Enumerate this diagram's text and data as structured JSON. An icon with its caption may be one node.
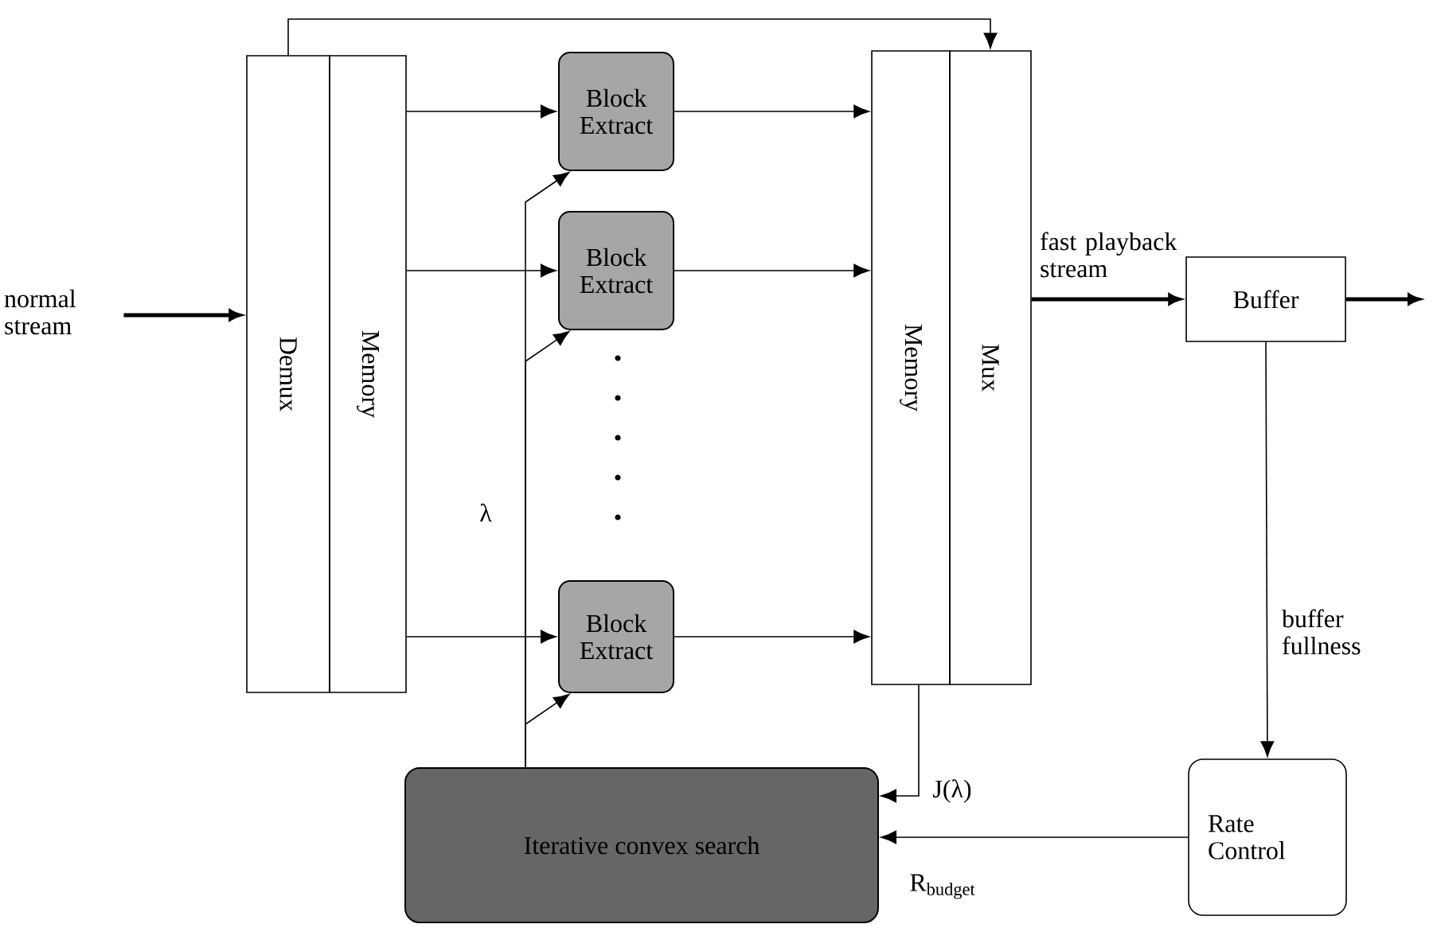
{
  "diagram": {
    "nodes": [
      {
        "text": [
          "normal stream"
        ]
      },
      {
        "text": [
          "Demux"
        ]
      },
      {
        "text": [
          "Memory"
        ]
      },
      {
        "text": [
          "Block Extract"
        ]
      },
      {
        "text": [
          "Block Extract"
        ]
      },
      {
        "text": [
          "Block Extract"
        ]
      },
      {
        "text": [
          "Memory"
        ]
      },
      {
        "text": [
          "Mux"
        ]
      },
      {
        "text": [
          "Buffer"
        ]
      },
      {
        "text": [
          "Rate Control"
        ]
      },
      {
        "text": [
          "Iterative convex search"
        ]
      }
    ],
    "edges": [
      {
        "from": 0,
        "to": 1,
        "arrow": "to",
        "style": "thick"
      },
      {
        "from": 1,
        "to": 7,
        "arrow": "to"
      },
      {
        "from": 2,
        "to": 3,
        "arrow": "to"
      },
      {
        "from": 2,
        "to": 4,
        "arrow": "to"
      },
      {
        "from": 2,
        "to": 5,
        "arrow": "to"
      },
      {
        "from": 3,
        "to": 6,
        "arrow": "to"
      },
      {
        "from": 4,
        "to": 6,
        "arrow": "to"
      },
      {
        "from": 5,
        "to": 6,
        "arrow": "to"
      },
      {
        "from": 7,
        "to": 8,
        "arrow": "to",
        "style": "thick",
        "label": "fast playback stream"
      },
      {
        "from": 8,
        "to": null,
        "arrow": "to",
        "style": "thick"
      },
      {
        "from": 8,
        "to": 9,
        "arrow": "to",
        "label": "buffer fullness"
      },
      {
        "from": 9,
        "to": 10,
        "arrow": "to",
        "label": "R$_{budget}$"
      },
      {
        "from": 6,
        "to": 10,
        "arrow": "to",
        "label": "J(λ)"
      },
      {
        "from": 10,
        "to": 3,
        "arrow": "to"
      },
      {
        "from": 10,
        "to": 4,
        "arrow": "to",
        "label": "λ"
      },
      {
        "from": 10,
        "to": 5,
        "arrow": "to"
      }
    ]
  }
}
